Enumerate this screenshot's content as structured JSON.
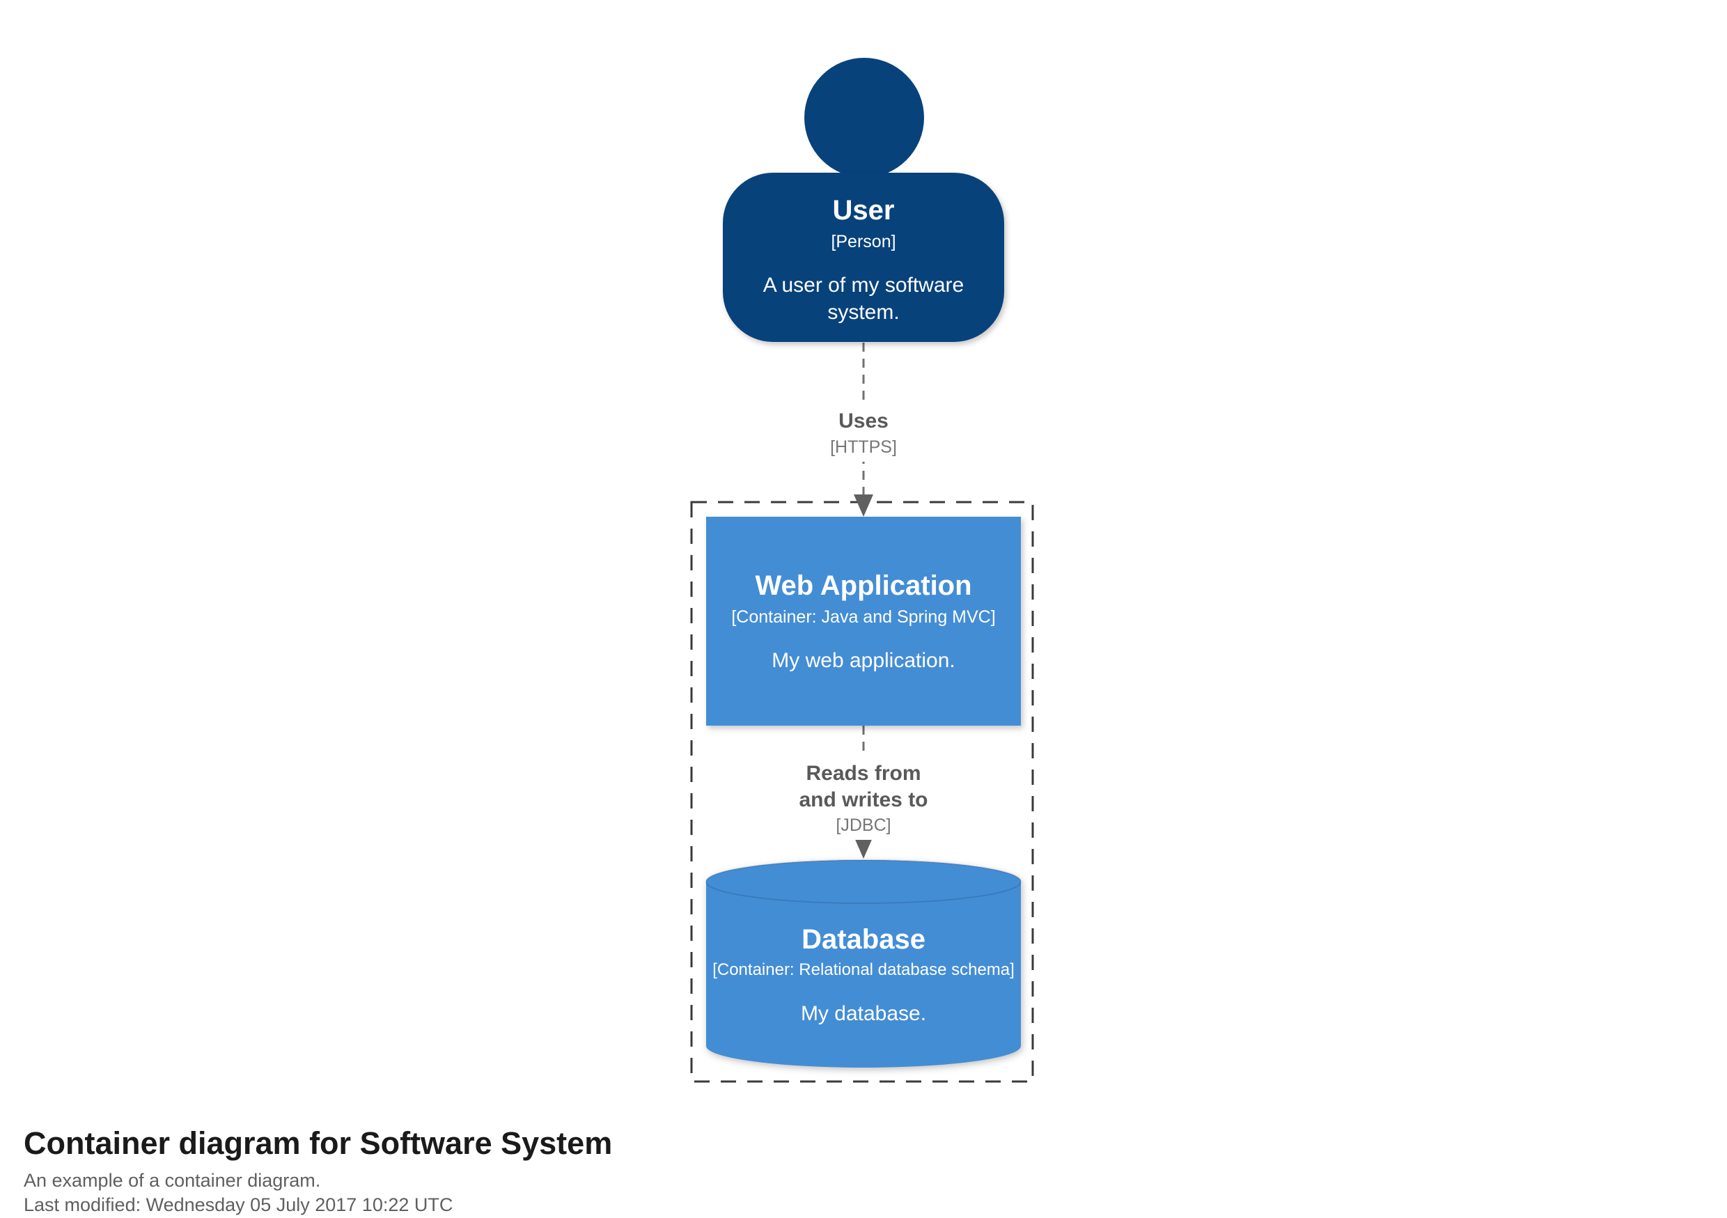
{
  "colors": {
    "person_fill": "#08427b",
    "container_fill": "#438dd5",
    "boundary_stroke": "#3a3a3a",
    "relationship_color": "#707070",
    "node_text": "#ffffff",
    "title_color": "#1a1a1a",
    "subtitle_color": "#5f5f5f"
  },
  "person": {
    "name": "User",
    "meta": "[Person]",
    "description": "A user of my software system."
  },
  "containers": {
    "web_application": {
      "name": "Web Application",
      "meta": "[Container: Java and Spring MVC]",
      "description": "My web application."
    },
    "database": {
      "name": "Database",
      "meta": "[Container: Relational database schema]",
      "description": "My database."
    }
  },
  "relationships": {
    "uses": {
      "name": "Uses",
      "technology": "[HTTPS]"
    },
    "reads_writes": {
      "name": "Reads from and writes to",
      "technology": "[JDBC]"
    }
  },
  "footer": {
    "title": "Container diagram for Software System",
    "subtitle": "An example of a container diagram.",
    "last_modified": "Last modified: Wednesday 05 July 2017 10:22 UTC"
  }
}
